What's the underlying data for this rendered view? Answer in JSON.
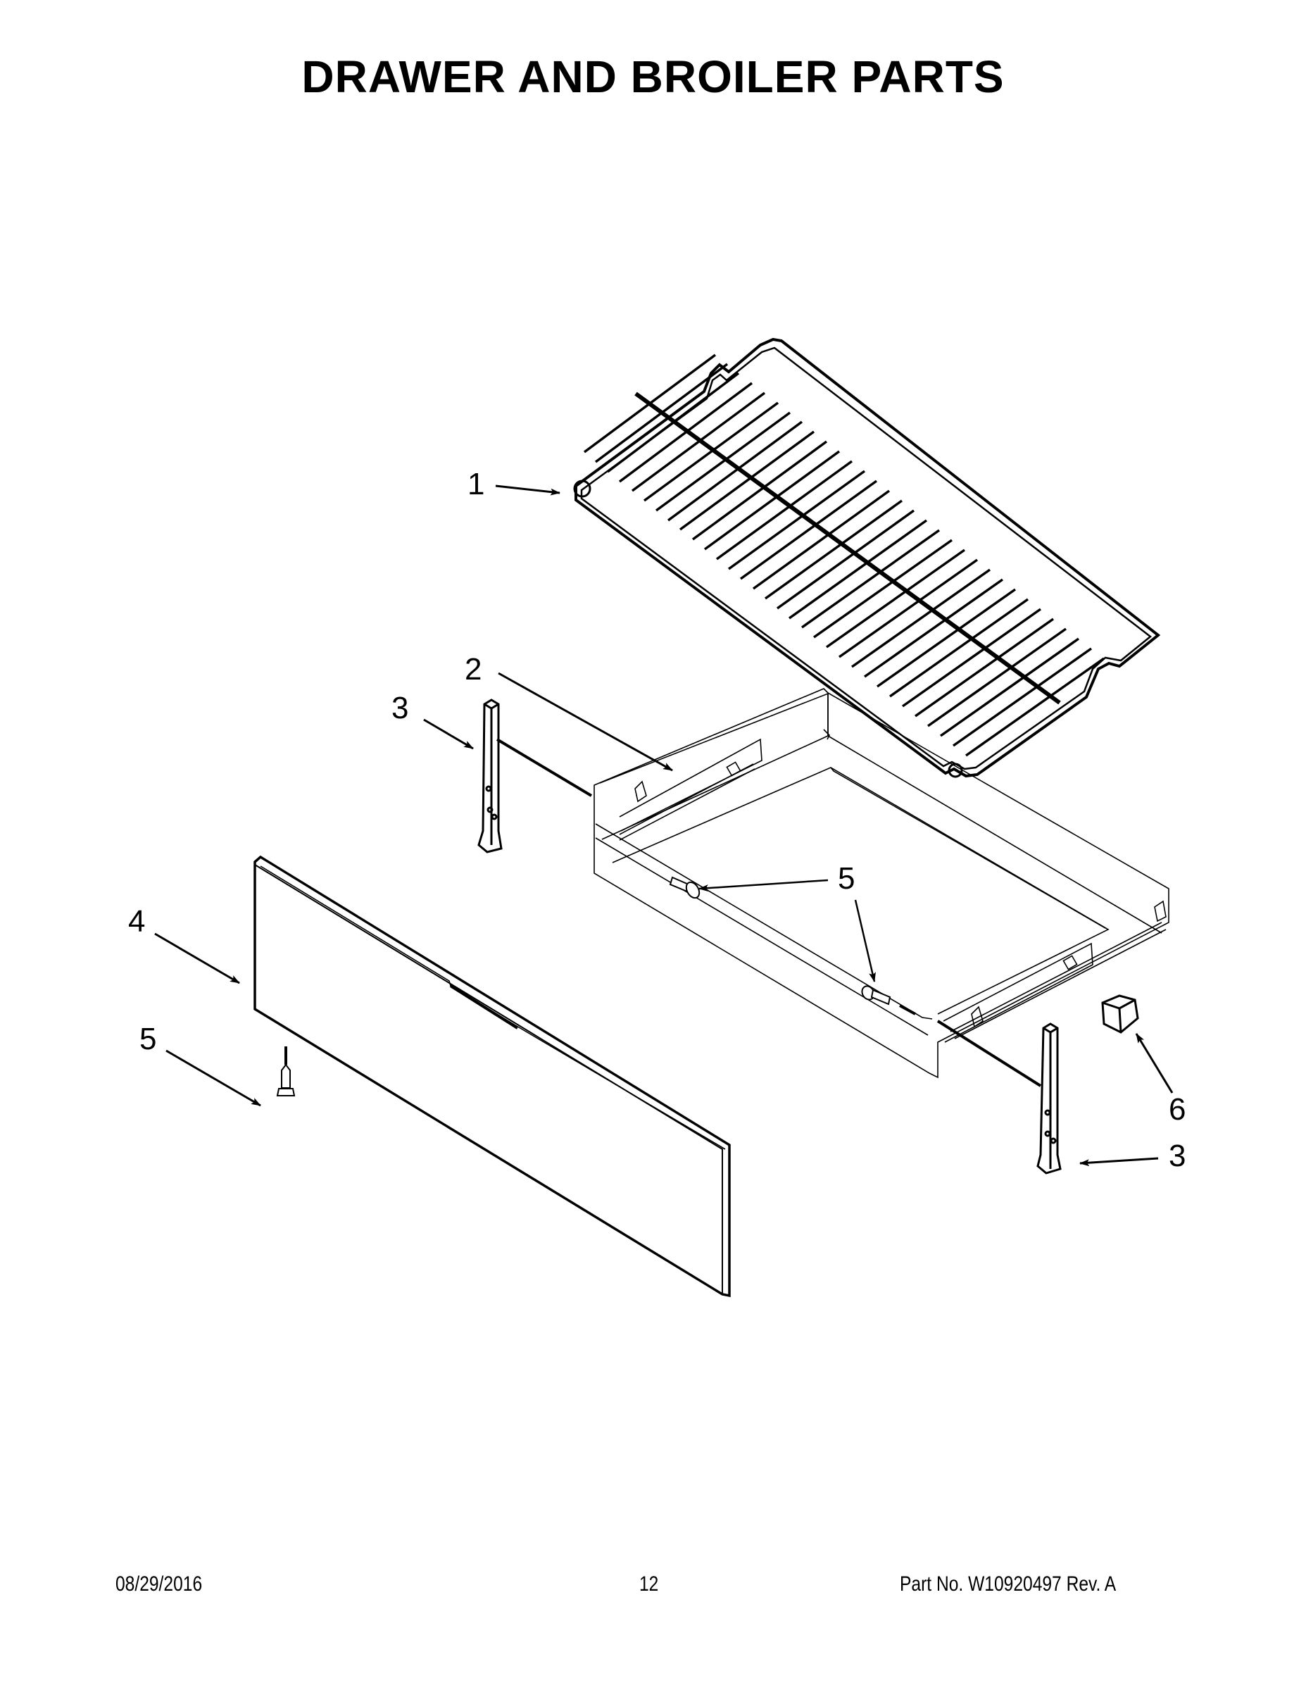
{
  "document": {
    "title": "DRAWER AND BROILER PARTS"
  },
  "diagram": {
    "parts": [
      {
        "id": "1",
        "name": "oven-rack"
      },
      {
        "id": "2",
        "name": "drawer-body"
      },
      {
        "id": "3",
        "name": "drawer-slide-bracket"
      },
      {
        "id": "4",
        "name": "drawer-front-panel"
      },
      {
        "id": "5",
        "name": "screw"
      },
      {
        "id": "6",
        "name": "clip"
      }
    ],
    "callouts": {
      "rack": "1",
      "drawer": "2",
      "bracket_left": "3",
      "bracket_right": "3",
      "panel": "4",
      "screw_panel": "5",
      "screw_drawer": "5",
      "clip": "6"
    }
  },
  "footer": {
    "date": "08/29/2016",
    "page": "12",
    "part_number": "Part No.  W10920497   Rev.  A"
  }
}
